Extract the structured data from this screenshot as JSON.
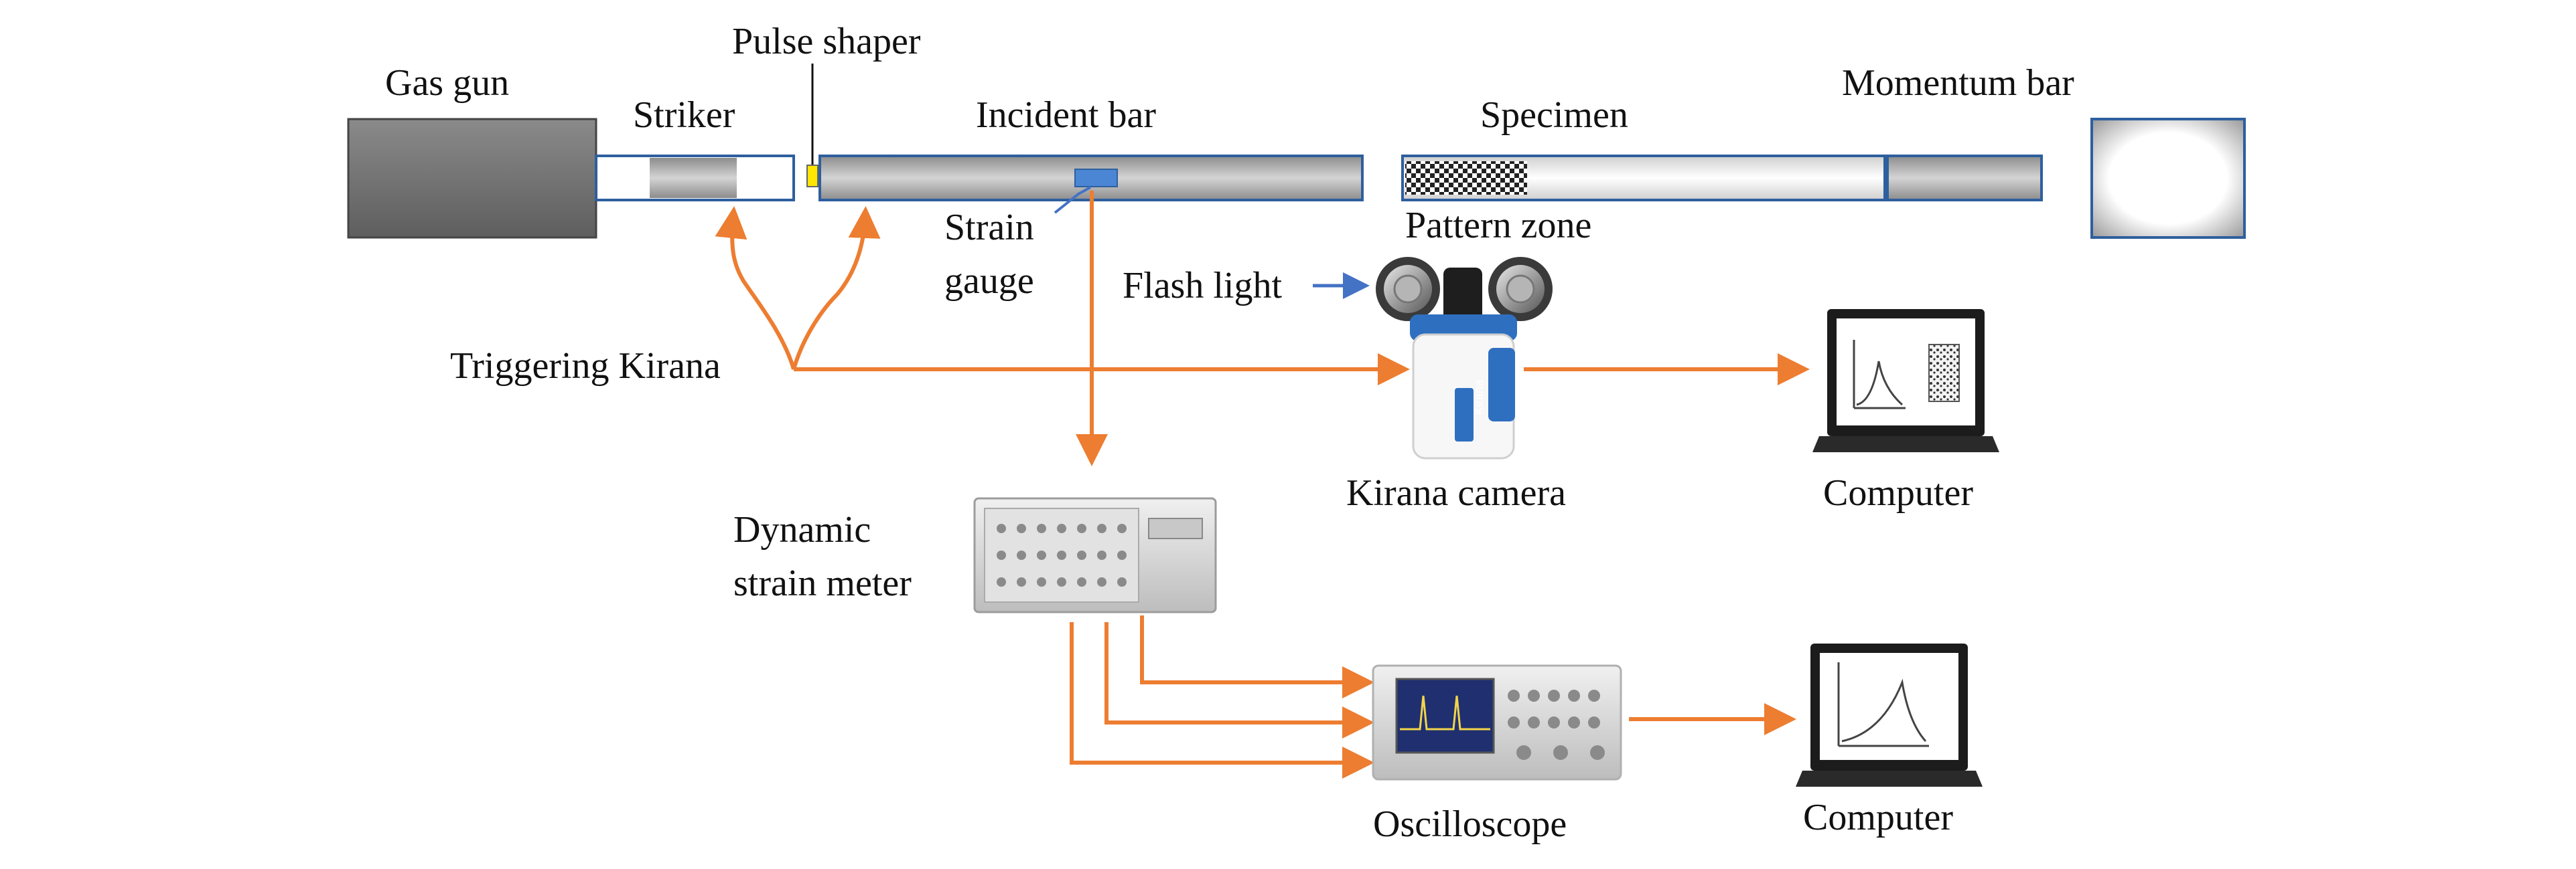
{
  "labels": {
    "gas_gun": "Gas gun",
    "striker": "Striker",
    "pulse_shaper": "Pulse shaper",
    "incident_bar": "Incident bar",
    "specimen": "Specimen",
    "momentum_bar": "Momentum bar",
    "pattern_zone": "Pattern zone",
    "strain_gauge_line1": "Strain",
    "strain_gauge_line2": "gauge",
    "flash_light": "Flash light",
    "triggering_kirana": "Triggering Kirana",
    "kirana_camera": "Kirana camera",
    "computer_top": "Computer",
    "dynamic_strain_meter_line1": "Dynamic",
    "dynamic_strain_meter_line2": "strain meter",
    "oscilloscope": "Oscilloscope",
    "computer_bottom": "Computer"
  },
  "colors": {
    "signal_arrow": "#ed7d31",
    "flash_arrow": "#4472c4",
    "bar_outline": "#2e5f9e",
    "pulse_shaper_fill": "#ffe600",
    "strain_gauge_fill": "#4a86d4",
    "camera_body": "#2f6fc0"
  },
  "icons": {
    "flash_light": "flash-lamp-icon",
    "camera": "high-speed-camera-icon",
    "computer": "laptop-computer-icon",
    "strain_meter": "strain-meter-device-icon",
    "oscilloscope": "oscilloscope-device-icon"
  }
}
